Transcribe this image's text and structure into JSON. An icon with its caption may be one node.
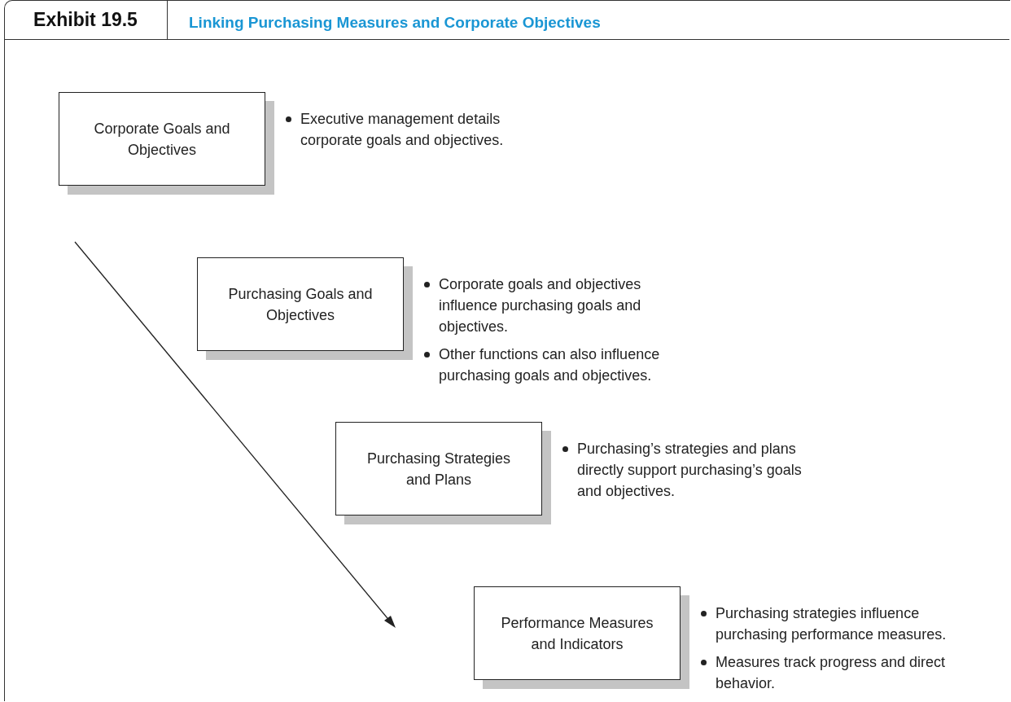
{
  "diagram": {
    "title": "Linking Purchasing Measures and Corporate Objectives",
    "nodes": [
      {
        "text": [
          "Corporate Goals and Objectives"
        ],
        "beside": [
          "Executive management details corporate goals and objectives."
        ]
      },
      {
        "text": [
          "Purchasing Goals and Objectives"
        ],
        "beside": [
          "Corporate goals and objectives influence purchasing goals and objectives.",
          "Other functions can also influence purchasing goals and objectives."
        ]
      },
      {
        "text": [
          "Purchasing Strategies and Plans"
        ],
        "beside": [
          "Purchasing’s strategies and plans directly support purchasing’s goals and objectives."
        ]
      },
      {
        "text": [
          "Performance Measures and Indicators"
        ],
        "beside": [
          "Purchasing strategies influence purchasing performance measures.",
          "Measures track progress and direct behavior."
        ]
      }
    ],
    "labels": [
      "Exhibit 19.5"
    ]
  }
}
